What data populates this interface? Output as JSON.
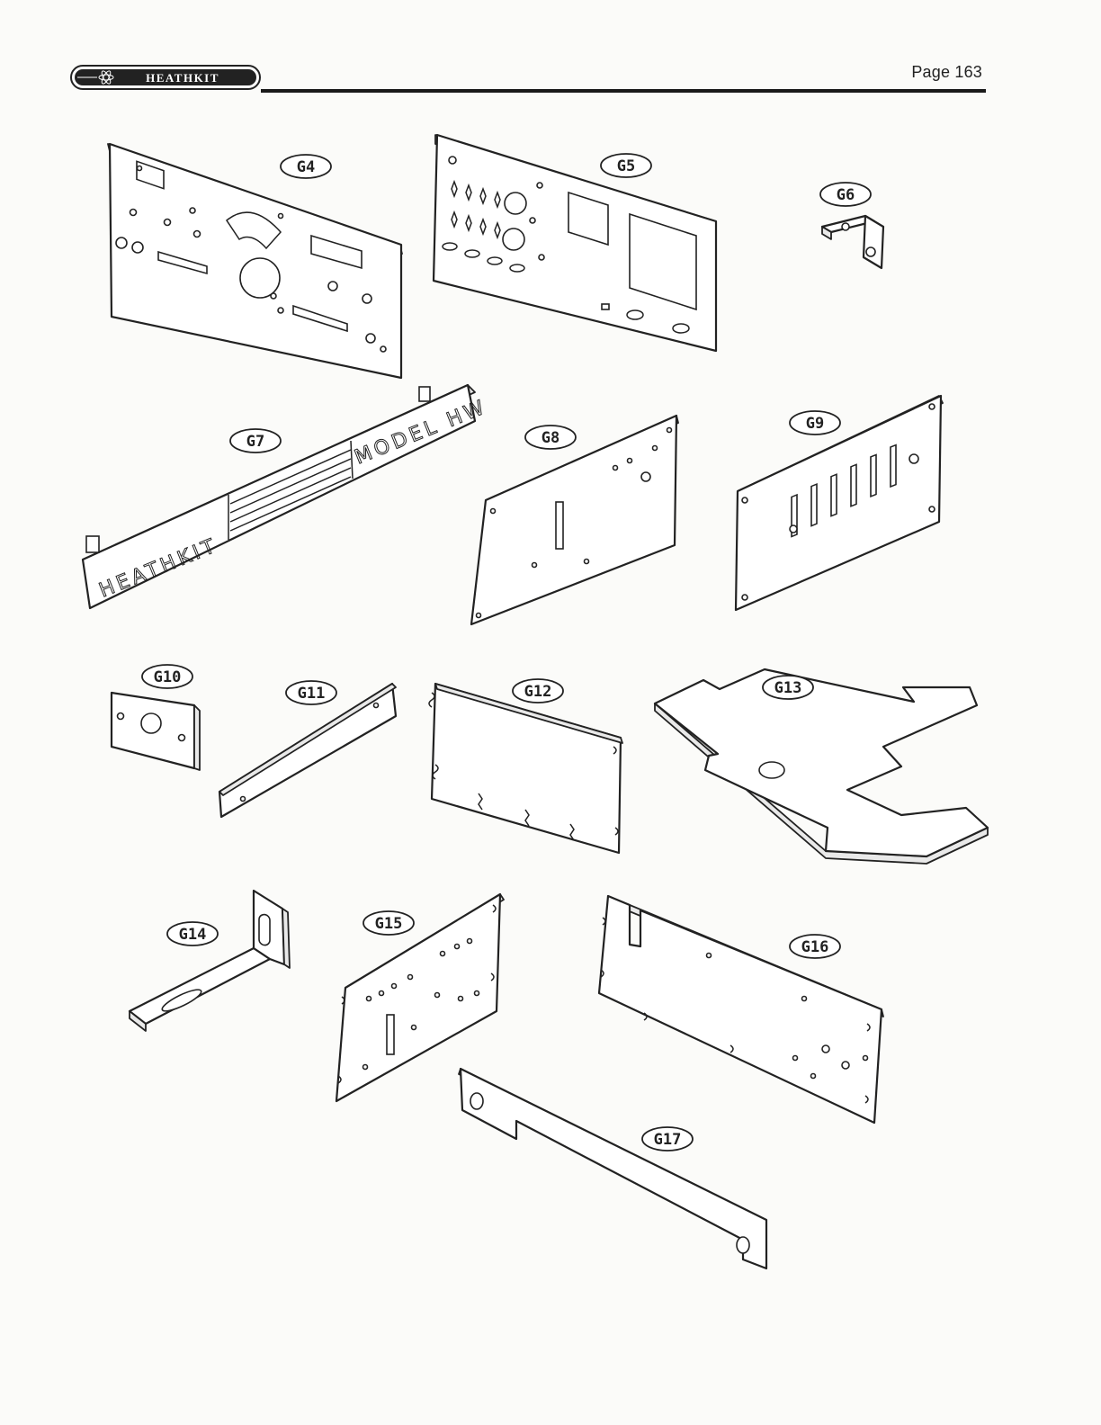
{
  "header": {
    "logo_text": "HEATHKIT",
    "page_label": "Page 163"
  },
  "parts": [
    {
      "id": "g4",
      "label": "G4"
    },
    {
      "id": "g5",
      "label": "G5"
    },
    {
      "id": "g6",
      "label": "G6"
    },
    {
      "id": "g7",
      "label": "G7"
    },
    {
      "id": "g8",
      "label": "G8"
    },
    {
      "id": "g9",
      "label": "G9"
    },
    {
      "id": "g10",
      "label": "G10"
    },
    {
      "id": "g11",
      "label": "G11"
    },
    {
      "id": "g12",
      "label": "G12"
    },
    {
      "id": "g13",
      "label": "G13"
    },
    {
      "id": "g14",
      "label": "G14"
    },
    {
      "id": "g15",
      "label": "G15"
    },
    {
      "id": "g16",
      "label": "G16"
    },
    {
      "id": "g17",
      "label": "G17"
    }
  ],
  "trim_strip": {
    "left_text": "HEATHKIT",
    "right_text": "MODEL HW"
  }
}
